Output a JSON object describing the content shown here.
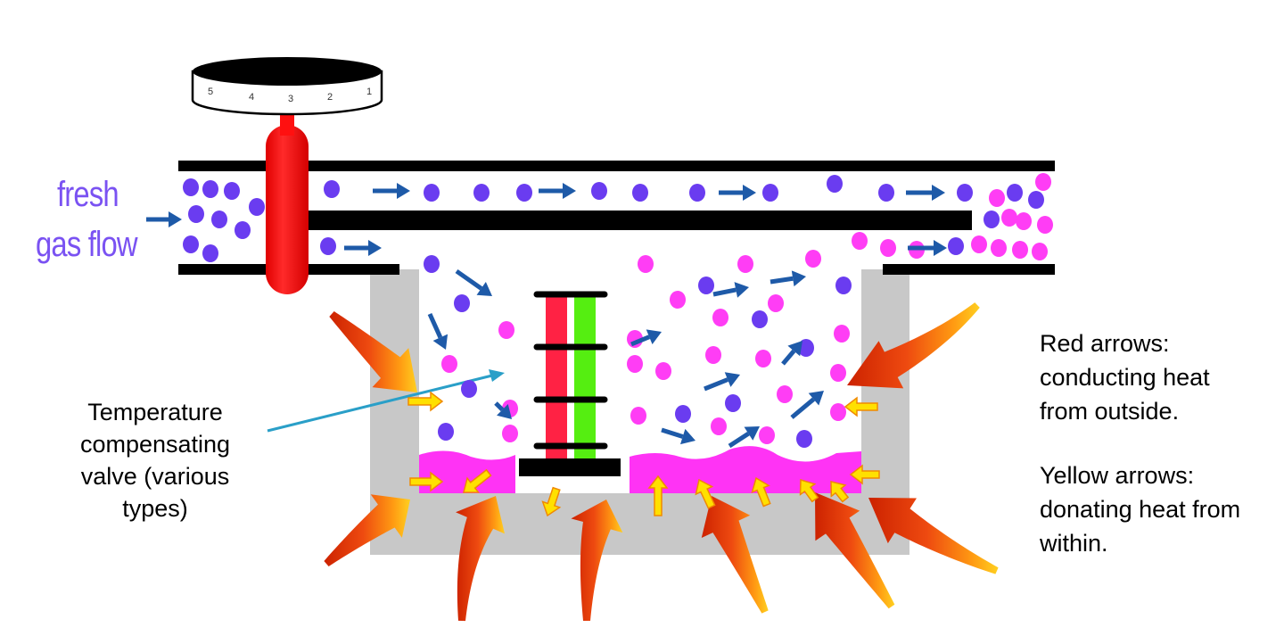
{
  "labels": {
    "fresh_gas_1": "fresh",
    "fresh_gas_2": "gas flow",
    "temp_valve_1": "Temperature",
    "temp_valve_2": "compensating",
    "temp_valve_3": "valve (various",
    "temp_valve_4": "types)",
    "red_1": "Red arrows:",
    "red_2": "conducting heat",
    "red_3": "from outside.",
    "yellow_1": "Yellow arrows:",
    "yellow_2": "donating heat from",
    "yellow_3": "within."
  },
  "dial": {
    "numbers": [
      "5",
      "4",
      "3",
      "2",
      "1"
    ]
  },
  "icons": {
    "gas_molecule": "circle-icon",
    "flow_arrow": "arrow-right-icon",
    "heat_outside": "curved-arrow-icon",
    "heat_within": "arrow-icon",
    "thermometer": "thermometer-icon"
  },
  "colors": {
    "fresh_gas": "#7a52f2",
    "fresh_gas_molecule": "#6a3cf0",
    "vapour_molecule": "#ff3df5",
    "liquid_agent": "#ff33f5",
    "flow_arrow": "#1e5aa8",
    "valve_stem": "#ff0000",
    "wall_grey": "#c8c8c8",
    "thermo_red": "#ff2244",
    "thermo_green": "#55ee11",
    "pointer": "#2a9fc8",
    "heat_yellow": "#ffe000"
  }
}
